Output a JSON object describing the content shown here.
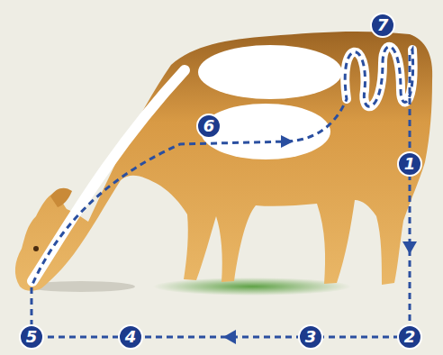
{
  "diagram": {
    "labels": [
      "7",
      "6",
      "1",
      "5",
      "4",
      "3",
      "2"
    ]
  }
}
